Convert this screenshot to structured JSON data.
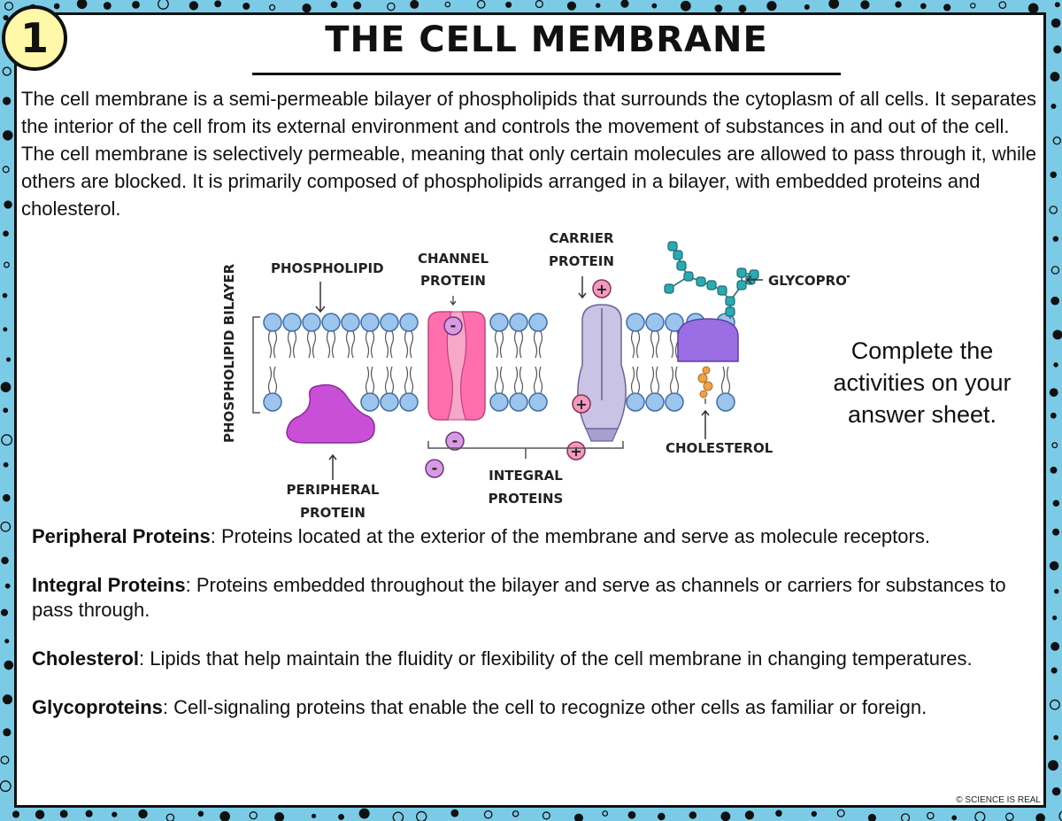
{
  "page_number": "1",
  "title": "THE CELL MEMBRANE",
  "intro": "The cell membrane is a semi-permeable bilayer of phospholipids that surrounds the cytoplasm of all cells. It separates the interior of the cell from its external environment and controls the movement of substances in and out of the cell. The cell membrane is selectively permeable, meaning that only certain molecules are allowed to pass through it, while others are blocked. It is primarily composed of phospholipids arranged in a bilayer, with embedded proteins and cholesterol.",
  "diagram": {
    "labels": {
      "bilayer": "PHOSPHOLIPID BILAYER",
      "phospholipid": "PHOSPHOLIPID",
      "channel_line1": "CHANNEL",
      "channel_line2": "PROTEIN",
      "carrier_line1": "CARRIER",
      "carrier_line2": "PROTEIN",
      "glycoprotein": "GLYCOPROTEIN",
      "cholesterol": "CHOLESTEROL",
      "peripheral_line1": "PERIPHERAL",
      "peripheral_line2": "PROTEIN",
      "integral_line1": "INTEGRAL",
      "integral_line2": "PROTEINS"
    },
    "symbols": {
      "plus": "+",
      "minus": "-"
    },
    "colors": {
      "phospholipid_head": "#9cc4ec",
      "channel_protein": "#ff6fae",
      "carrier_protein": "#c9c3e6",
      "peripheral_protein": "#c84fd6",
      "glycoprotein": "#9b6fe3",
      "sugar_chain": "#2aaab3",
      "cholesterol": "#f0a048",
      "minus_ion": "#d79be4",
      "plus_ion": "#f29ac0"
    }
  },
  "note": "Complete the activities on your answer sheet.",
  "definitions": [
    {
      "term": "Peripheral Proteins",
      "text": ": Proteins located at the exterior of the membrane and serve as molecule receptors."
    },
    {
      "term": "Integral Proteins",
      "text": ": Proteins embedded throughout the bilayer and serve as channels or carriers for substances to pass through."
    },
    {
      "term": "Cholesterol",
      "text": ": Lipids that help maintain the fluidity or flexibility of the cell membrane in changing temperatures."
    },
    {
      "term": "Glycoproteins",
      "text": ": Cell-signaling proteins that enable the cell to recognize other cells as familiar or foreign."
    }
  ],
  "copyright": "© SCIENCE IS REAL"
}
